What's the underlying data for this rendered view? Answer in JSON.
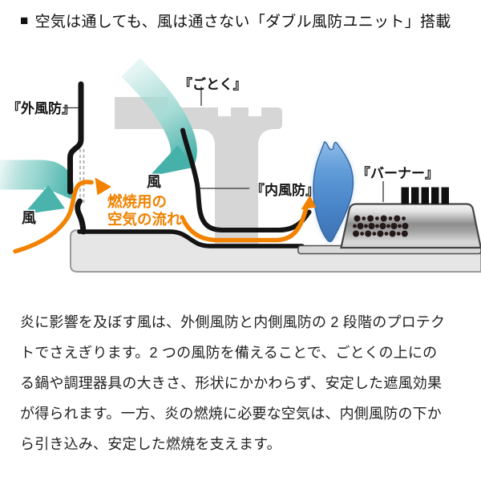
{
  "header": {
    "bullet": "■",
    "title": "空気は通しても、風は通さない「ダブル風防ユニット」搭載"
  },
  "diagram": {
    "labels": {
      "outer_windshield": "『外風防』",
      "gotoku": "『ごとく』",
      "inner_windshield": "『内風防』",
      "burner": "『バーナー』",
      "wind_left": "風",
      "wind_top": "風",
      "airflow_line1": "燃焼用の",
      "airflow_line2": "空気の流れ"
    },
    "colors": {
      "wind_teal": "#4ab4ac",
      "airflow_orange": "#f28200",
      "flame_blue": "#4f8fd2",
      "metal_gray": "#d6d6d6"
    }
  },
  "body": {
    "lines": [
      "炎に影響を及ぼす風は、外側風防と内側風防の 2 段階のプロテク",
      "トでさえぎります。2 つの風防を備えることで、ごとくの上にの",
      "る鍋や調理器具の大きさ、形状にかかわらず、安定した遮風効果",
      "が得られます。一方、炎の燃焼に必要な空気は、内側風防の下か",
      "ら引き込み、安定した燃焼を支えます。"
    ]
  }
}
